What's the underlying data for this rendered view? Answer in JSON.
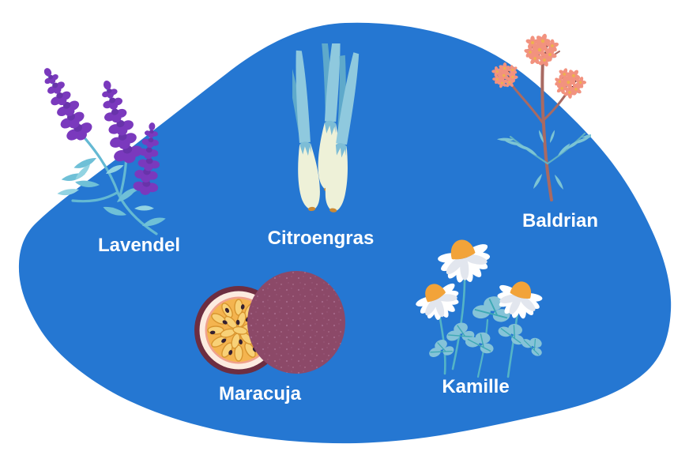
{
  "items": [
    {
      "label": "Lavendel",
      "icon": "lavender-illustration"
    },
    {
      "label": "Citroengras",
      "icon": "lemongrass-illustration"
    },
    {
      "label": "Baldrian",
      "icon": "valerian-illustration"
    },
    {
      "label": "Maracuja",
      "icon": "passionfruit-illustration"
    },
    {
      "label": "Kamille",
      "icon": "chamomile-illustration"
    }
  ],
  "colors": {
    "blob": "#2577d2",
    "label_text": "#ffffff",
    "page_background": "#ffffff",
    "lavender_flower": "#7a39bd",
    "lavender_foliage": "#64b9d3",
    "lemongrass_blade": "#8fc9de",
    "lemongrass_bulb": "#eef1d8",
    "lemongrass_base": "#cc8a33",
    "valerian_flower": "#f2927f",
    "valerian_dark": "#46242c",
    "valerian_stem": "#a96a62",
    "valerian_leaf": "#7cc4d4",
    "passionfruit_skin": "#8c4968",
    "passionfruit_pulp": "#f4b44f",
    "passionfruit_seed": "#342031",
    "chamomile_center": "#f2a339",
    "chamomile_petal": "#ffffff",
    "chamomile_foliage": "#85c3d8"
  }
}
